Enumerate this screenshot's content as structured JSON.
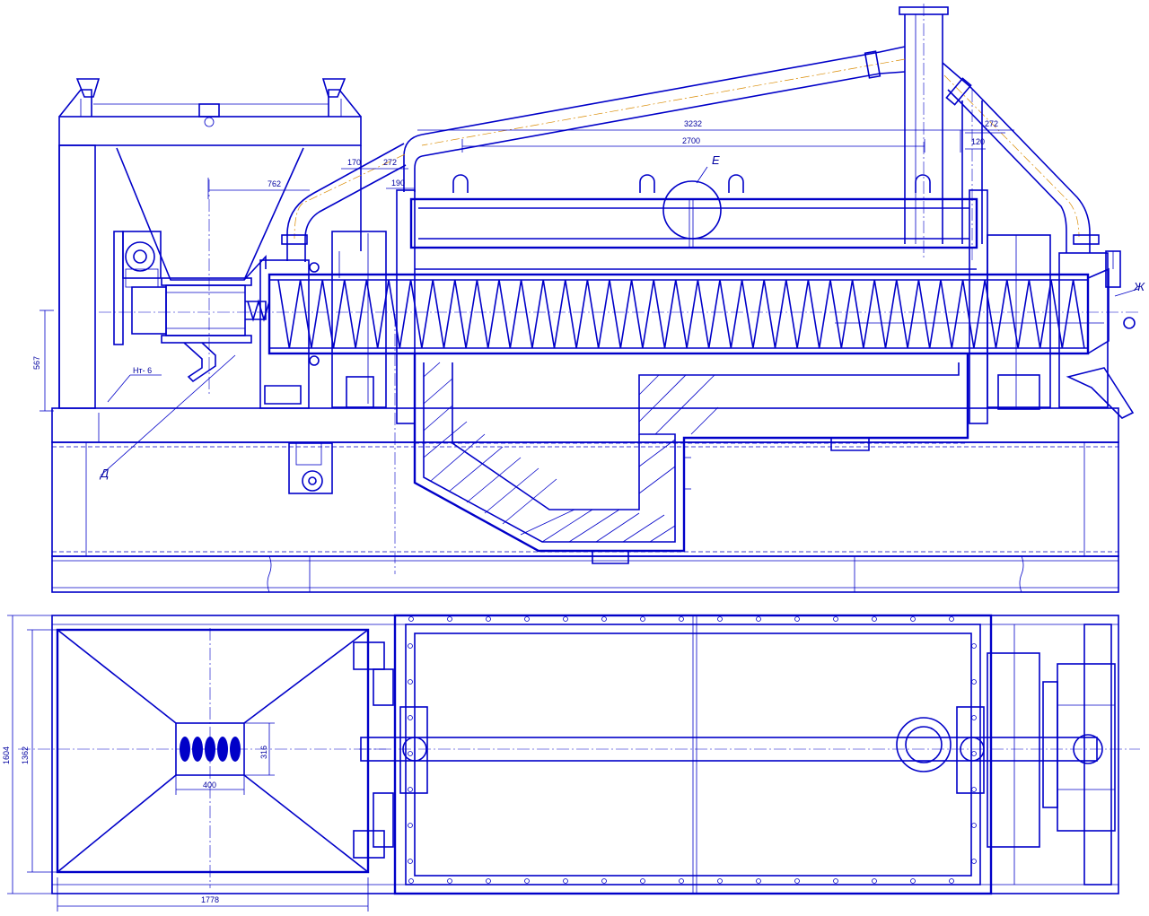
{
  "dimensions": {
    "d3232": "3232",
    "d2700": "2700",
    "d272a": "272",
    "d272b": "272",
    "d170": "170",
    "d190": "190",
    "d120": "120",
    "d762": "762",
    "d567": "567",
    "d1604": "1604",
    "d1362": "1362",
    "d1778": "1778",
    "d400": "400",
    "d316": "316"
  },
  "labels": {
    "view_e": "Е",
    "view_d": "Д",
    "view_zh": "Ж",
    "note_ht6": "Нт- 6"
  },
  "colors": {
    "line": "#0000c8",
    "axis": "#d98a00",
    "background": "#ffffff"
  }
}
